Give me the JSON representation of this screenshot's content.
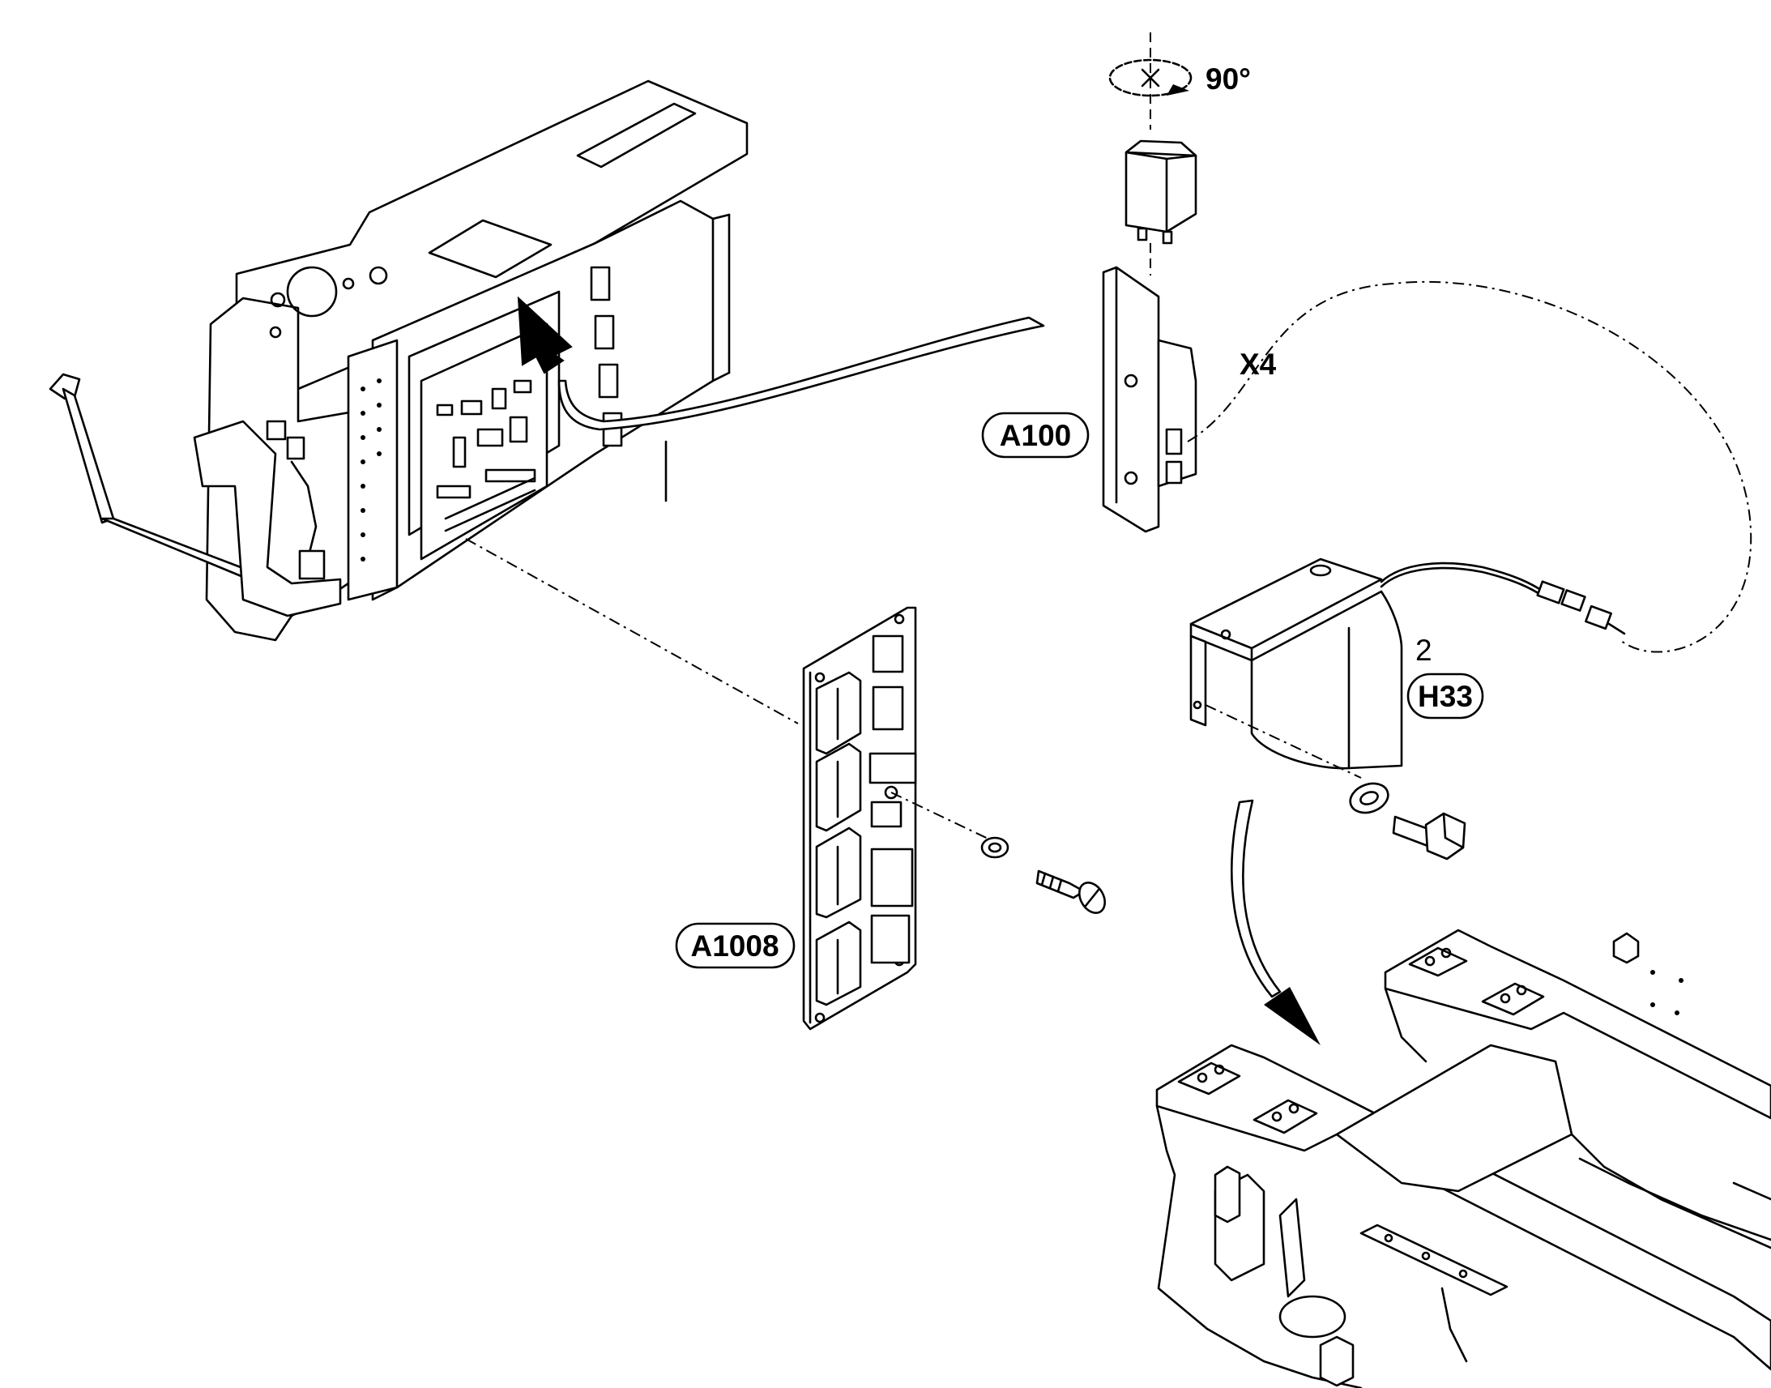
{
  "labels": {
    "rotation": "90°",
    "x4": "X4",
    "a100": "A100",
    "a1008": "A1008",
    "qty": "2",
    "h33": "H33"
  }
}
